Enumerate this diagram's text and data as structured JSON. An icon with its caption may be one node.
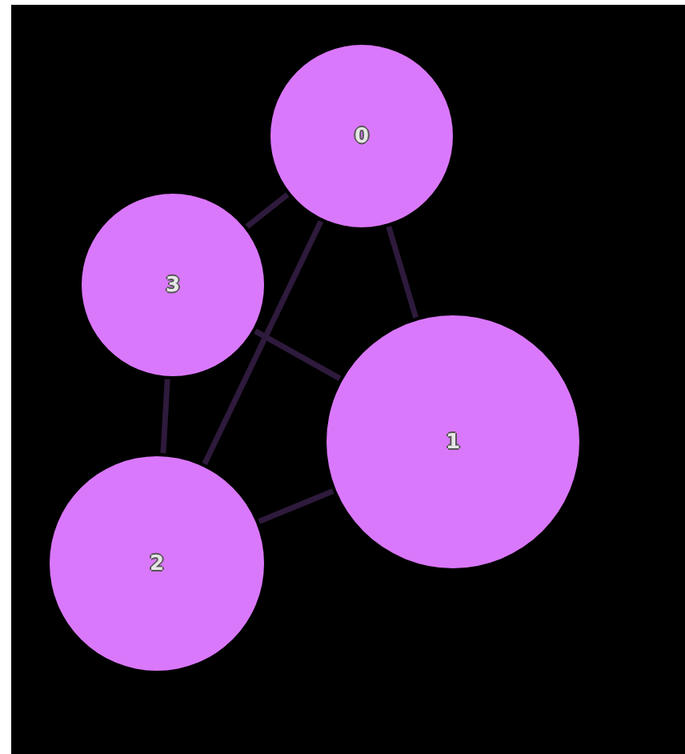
{
  "diagram": {
    "nodes": [
      {
        "text": [
          "0"
        ]
      },
      {
        "text": [
          "1"
        ]
      },
      {
        "text": [
          "2"
        ]
      },
      {
        "text": [
          "3"
        ]
      }
    ],
    "edges": [
      {
        "from": 0,
        "to": 3,
        "arrow": "none"
      },
      {
        "from": 0,
        "to": 2,
        "arrow": "none"
      },
      {
        "from": 0,
        "to": 1,
        "arrow": "none"
      },
      {
        "from": 3,
        "to": 2,
        "arrow": "none"
      },
      {
        "from": 3,
        "to": 1,
        "arrow": "none"
      },
      {
        "from": 2,
        "to": 1,
        "arrow": "none"
      }
    ]
  }
}
